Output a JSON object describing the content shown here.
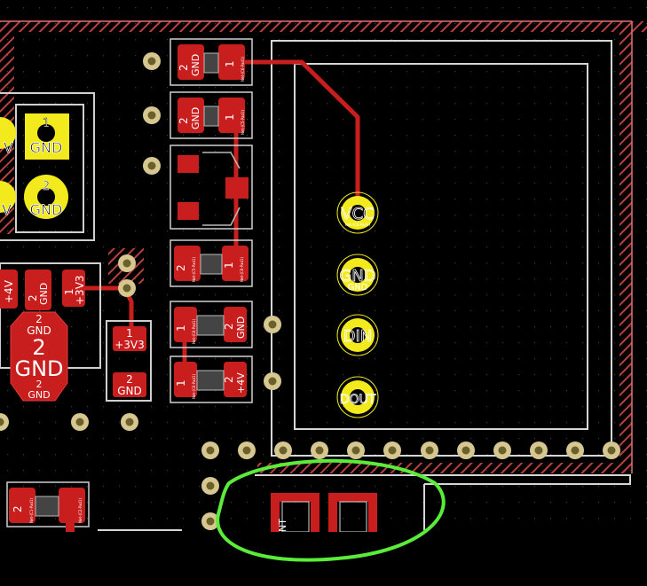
{
  "colors": {
    "background": "#000000",
    "copper": "#c81e1e",
    "copper_dark": "#8a1010",
    "pad_yellow": "#f2ea1c",
    "silkscreen": "#d9d9d9",
    "via_ring": "#d6c690",
    "via_hole": "#6b5f2a",
    "edge_hatch": "#c44a4a",
    "annotation": "#5bec3a"
  },
  "header_pads": [
    {
      "num": "1",
      "net": "GND"
    },
    {
      "num": "2",
      "net": "GND"
    }
  ],
  "left_partial_labels": {
    "top": "V",
    "bottom": "V"
  },
  "reg": {
    "plus4v": "+4V",
    "gnd2": "2",
    "gnd2_net": "GND",
    "big_num": "2",
    "big_net": "GND",
    "p1_num": "1",
    "p1_net": "+3V3",
    "sub_num": "2",
    "sub_net": "GND"
  },
  "cap_3v3": {
    "p1_num": "1",
    "p1_net": "+3V3",
    "p2_num": "2",
    "p2_net": "GND"
  },
  "resistors": [
    {
      "left_num": "2",
      "left_net": "GND",
      "right_num": "1",
      "tiny": "Net-(C6-Pad1)"
    },
    {
      "left_num": "2",
      "left_net": "GND",
      "right_num": "1",
      "tiny": "Net-(C5-Pad1)"
    },
    {
      "left_num": "2",
      "tiny_l": "Net-(C5-Pad1)",
      "right_num": "1",
      "tiny": "Net-(C6-Pad1)"
    },
    {
      "left_num": "1",
      "tiny_l": "Net-(C6-Pad1)",
      "right_num": "2",
      "right_net": "GND"
    },
    {
      "left_num": "1",
      "tiny_l": "Net-(C6-Pad1)",
      "right_num": "2",
      "right_net": "+4V"
    }
  ],
  "module_pads": [
    {
      "label": "VCC",
      "sub": "Net-(C6-Pad1)"
    },
    {
      "label": "GND",
      "sub": "GND"
    },
    {
      "label": "DIN",
      "sub": ""
    },
    {
      "label": "DOUT",
      "sub": ""
    }
  ],
  "bottom_left_part": {
    "left_num": "2",
    "tiny_l": "Net-(C1-Pad1)",
    "tiny_r": "Net-(C2-Pad1)"
  },
  "antenna_label": "NT"
}
